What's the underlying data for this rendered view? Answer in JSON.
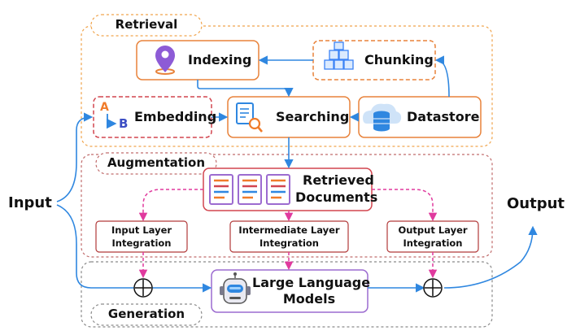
{
  "sections": {
    "retrieval": "Retrieval",
    "augmentation": "Augmentation",
    "generation": "Generation"
  },
  "nodes": {
    "indexing": "Indexing",
    "chunking": "Chunking",
    "embedding": "Embedding",
    "searching": "Searching",
    "datastore": "Datastore",
    "retrieved_documents": [
      "Retrieved",
      "Documents"
    ],
    "input_layer": [
      "Input Layer",
      "Integration"
    ],
    "intermediate_layer": [
      "Intermediate Layer",
      "Integration"
    ],
    "output_layer": [
      "Output Layer",
      "Integration"
    ],
    "llm": [
      "Large Language",
      "Models"
    ]
  },
  "io": {
    "input": "Input",
    "output": "Output"
  },
  "embedding_icon": {
    "top": "A",
    "bottom": "B"
  },
  "colors": {
    "retrieval_border": "#f0a44c",
    "augmentation_border": "#c06c6c",
    "generation_border": "#8a8a8a",
    "node_border_orange": "#e8823a",
    "node_border_red": "#d2454f",
    "node_border_purple": "#9c6bd0",
    "arrow_blue": "#2f87e0",
    "arrow_pink": "#e03a9e"
  }
}
